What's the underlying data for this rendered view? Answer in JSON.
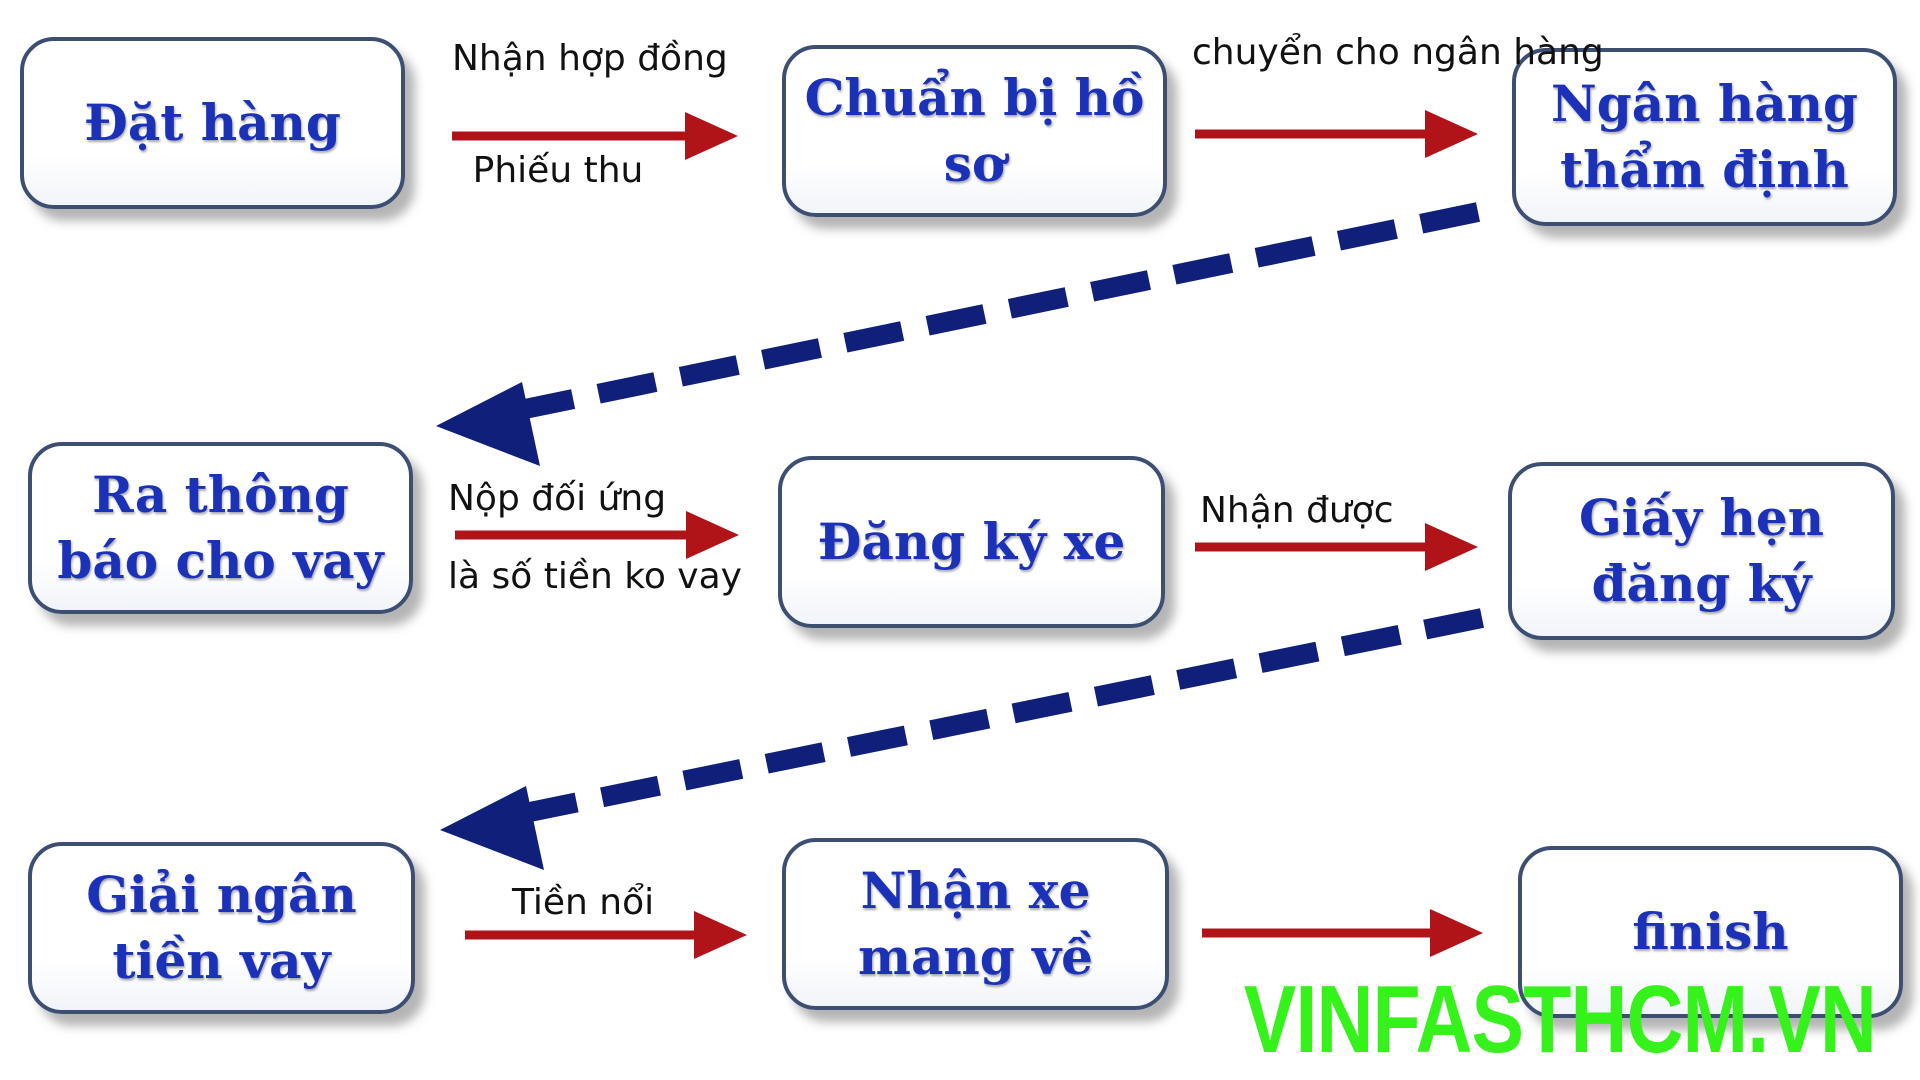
{
  "nodes": {
    "dat_hang": "Đặt hàng",
    "chuan_bi_ho_so": "Chuẩn bị hồ\nsơ",
    "ngan_hang_tham_dinh": "Ngân hàng\nthẩm định",
    "ra_thong_bao": "Ra thông\nbáo cho vay",
    "dang_ky_xe": "Đăng ký xe",
    "giay_hen_dang_ky": "Giấy hẹn\nđăng ký",
    "giai_ngan": "Giải ngân\ntiền vay",
    "nhan_xe": "Nhận xe\nmang về",
    "finish": "finish"
  },
  "edge_labels": {
    "nhan_hop_dong": "Nhận hợp\nđồng",
    "phieu_thu": "Phiếu thu",
    "chuyen_cho_ngan_hang": "chuyển cho\nngân hàng",
    "nop_doi_ung": "Nộp đối ứng",
    "la_so_tien": "là số tiền ko vay",
    "nhan_duoc": "Nhận được",
    "tien_noi": "Tiền nổi"
  },
  "colors": {
    "node_text": "#1a31b8",
    "node_border": "#3c4f73",
    "solid_arrow": "#b01419",
    "dashed_arrow": "#0f1f7a",
    "watermark": "#35f21a"
  },
  "watermark": "VINFASTHCM.VN"
}
